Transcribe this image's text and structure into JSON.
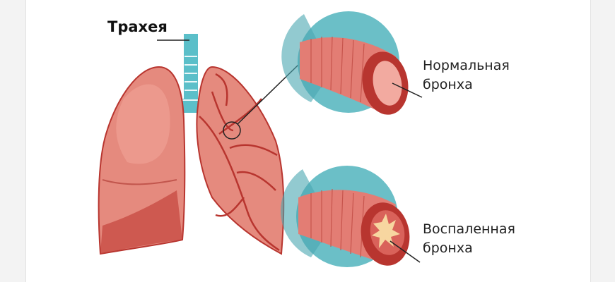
{
  "labels": {
    "trachea": "Трахея",
    "normal": {
      "line1": "Нормальная",
      "line2": "бронха"
    },
    "inflamed": {
      "line1": "Воспаленная",
      "line2": "бронха"
    }
  },
  "colors": {
    "lung": "#e2877a",
    "lung_dark": "#b8352f",
    "trachea": "#5bbfc9",
    "circle_bg": "#6bbfc7",
    "tube": "#e37d74"
  }
}
